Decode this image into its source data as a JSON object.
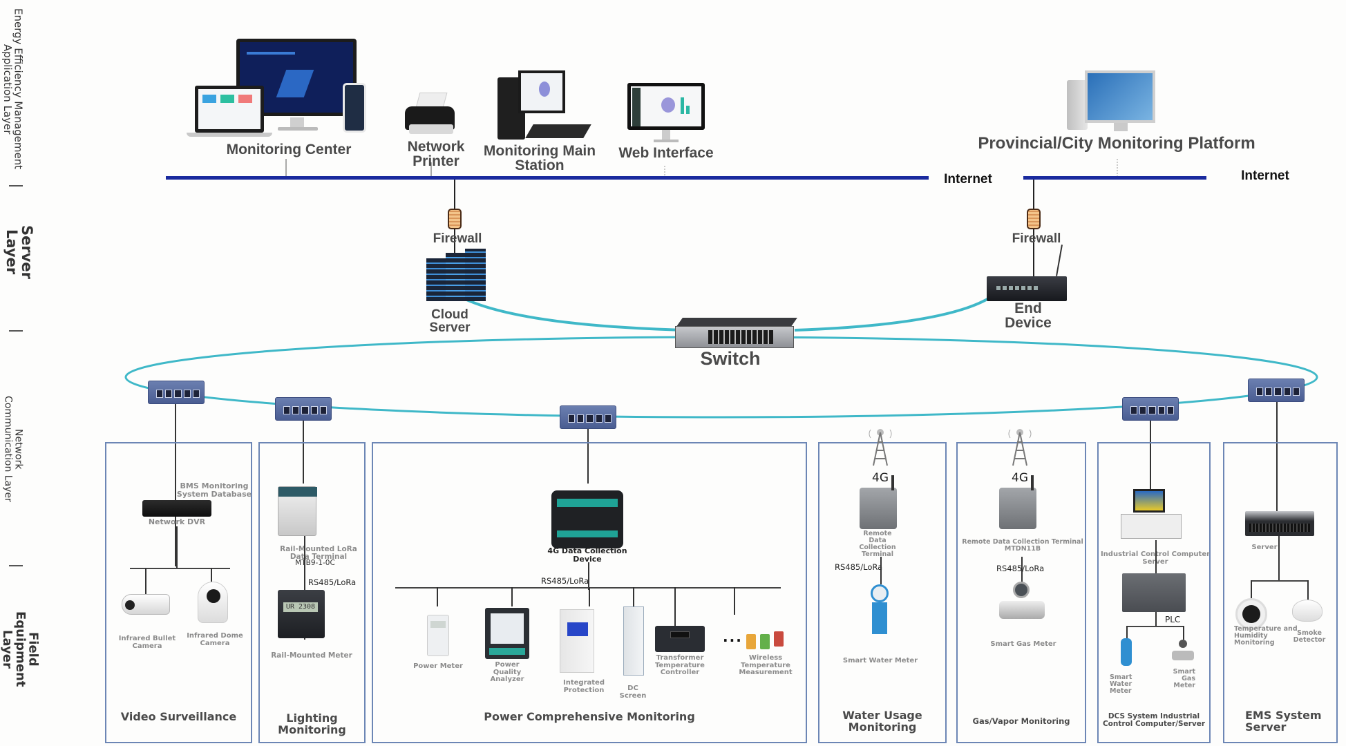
{
  "layers": [
    {
      "id": "application",
      "label": "Energy Efficiency Management\nApplication Layer"
    },
    {
      "id": "server",
      "label": "Server Layer"
    },
    {
      "id": "network",
      "label": "Network\nCommunication Layer"
    },
    {
      "id": "field",
      "label": "Field Equipment\nLayer"
    }
  ],
  "application": {
    "monitoring_center": "Monitoring Center",
    "network_printer": "Network\nPrinter",
    "monitoring_main_station": "Monitoring Main\nStation",
    "web_interface": "Web Interface",
    "provincial_platform": "Provincial/City Monitoring Platform",
    "internet_left": "Internet",
    "internet_right": "Internet"
  },
  "server": {
    "firewall_left": "Firewall",
    "firewall_right": "Firewall",
    "cloud_server": "Cloud\nServer",
    "end_device": "End\nDevice",
    "switch": "Switch"
  },
  "field": {
    "video": {
      "title": "Video Surveillance",
      "bms": "BMS Monitoring\nSystem Database",
      "dvr": "Network DVR",
      "bullet_camera": "Infrared Bullet Camera",
      "dome_camera": "Infrared Dome\nCamera"
    },
    "lighting": {
      "title": "Lighting\nMonitoring",
      "terminal": "Rail-Mounted LoRa\nData Terminal",
      "model": "MTB9-1-0C",
      "protocol": "RS485/LoRa",
      "meter": "Rail-Mounted Meter",
      "meter_display": "UR 2308"
    },
    "power": {
      "title": "Power Comprehensive Monitoring",
      "collector": "4G Data Collection\nDevice",
      "protocol": "RS485/LoRa",
      "devices": [
        {
          "label": "Power Meter"
        },
        {
          "label": "Power\nQuality\nAnalyzer"
        },
        {
          "label": "Integrated Protection"
        },
        {
          "label": "DC\nScreen"
        },
        {
          "label": "Transformer\nTemperature\nController"
        },
        {
          "label": "Wireless Temperature\nMeasurement"
        }
      ],
      "ellipsis": "..."
    },
    "water": {
      "title": "Water Usage\nMonitoring",
      "network": "4G",
      "terminal": "Remote\nData\nCollection\nTerminal",
      "protocol": "RS485/LoRa",
      "meter": "Smart Water Meter"
    },
    "gas": {
      "title": "Gas/Vapor Monitoring",
      "network": "4G",
      "terminal": "Remote Data Collection Terminal\nMTDN11B",
      "protocol": "RS485/LoRa",
      "meter": "Smart Gas Meter"
    },
    "dcs": {
      "title": "DCS System Industrial\nControl Computer/Server",
      "ipc": "Industrial Control Computer\nServer",
      "plc": "PLC",
      "water_meter": "Smart Water\nMeter",
      "gas_meter": "Smart\nGas\nMeter"
    },
    "ems": {
      "title": "EMS System\nServer",
      "server": "Server",
      "th_sensor": "Temperature and\nHumidity\nMonitoring",
      "smoke": "Smoke\nDetector"
    }
  },
  "colors": {
    "internet_line": "#1a2a9e",
    "ring_line": "#3fb8c8",
    "box_border": "#6c86b5",
    "text_dark": "#4a4a4a",
    "text_gray": "#8b8b8b"
  }
}
